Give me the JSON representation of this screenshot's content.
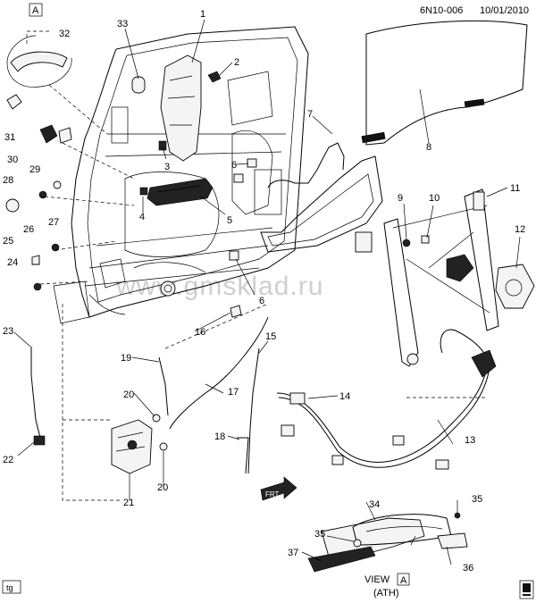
{
  "header": {
    "diagram_code": "6N10-006",
    "date": "10/01/2010"
  },
  "watermark": "www.gmsklad.ru",
  "view_box_label": "A",
  "view_label": {
    "prefix": "VIEW",
    "letter": "A",
    "sub": "(ATH)"
  },
  "front_arrow": "FRT",
  "corner_tag": "tg",
  "callouts": [
    "1",
    "2",
    "3",
    "4",
    "5",
    "6",
    "6",
    "7",
    "8",
    "9",
    "10",
    "11",
    "12",
    "13",
    "14",
    "15",
    "16",
    "17",
    "18",
    "19",
    "20",
    "20",
    "21",
    "22",
    "23",
    "24",
    "25",
    "26",
    "27",
    "28",
    "29",
    "30",
    "31",
    "32",
    "33",
    "34",
    "35",
    "35",
    "36",
    "37"
  ]
}
